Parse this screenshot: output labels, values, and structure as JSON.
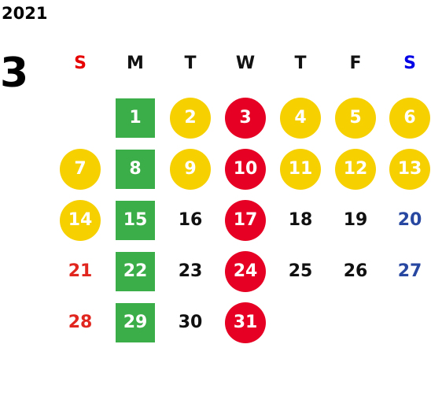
{
  "year": "2021",
  "month": "3",
  "weekdays": [
    {
      "label": "S",
      "color": "#e60000"
    },
    {
      "label": "M",
      "color": "#111111"
    },
    {
      "label": "T",
      "color": "#111111"
    },
    {
      "label": "W",
      "color": "#111111"
    },
    {
      "label": "T",
      "color": "#111111"
    },
    {
      "label": "F",
      "color": "#111111"
    },
    {
      "label": "S",
      "color": "#0000e6"
    }
  ],
  "days": [
    {
      "num": "1",
      "style": "green-square"
    },
    {
      "num": "2",
      "style": "yellow-circle"
    },
    {
      "num": "3",
      "style": "red-circle"
    },
    {
      "num": "4",
      "style": "yellow-circle"
    },
    {
      "num": "5",
      "style": "yellow-circle"
    },
    {
      "num": "6",
      "style": "yellow-circle"
    },
    {
      "num": "7",
      "style": "yellow-circle"
    },
    {
      "num": "8",
      "style": "green-square"
    },
    {
      "num": "9",
      "style": "yellow-circle"
    },
    {
      "num": "10",
      "style": "red-circle"
    },
    {
      "num": "11",
      "style": "yellow-circle"
    },
    {
      "num": "12",
      "style": "yellow-circle"
    },
    {
      "num": "13",
      "style": "yellow-circle"
    },
    {
      "num": "14",
      "style": "yellow-circle"
    },
    {
      "num": "15",
      "style": "green-square"
    },
    {
      "num": "16",
      "style": "plain"
    },
    {
      "num": "17",
      "style": "red-circle"
    },
    {
      "num": "18",
      "style": "plain"
    },
    {
      "num": "19",
      "style": "plain"
    },
    {
      "num": "20",
      "style": "saturday"
    },
    {
      "num": "21",
      "style": "sunday"
    },
    {
      "num": "22",
      "style": "green-square"
    },
    {
      "num": "23",
      "style": "plain"
    },
    {
      "num": "24",
      "style": "red-circle"
    },
    {
      "num": "25",
      "style": "plain"
    },
    {
      "num": "26",
      "style": "plain"
    },
    {
      "num": "27",
      "style": "saturday"
    },
    {
      "num": "28",
      "style": "sunday"
    },
    {
      "num": "29",
      "style": "green-square"
    },
    {
      "num": "30",
      "style": "plain"
    },
    {
      "num": "31",
      "style": "red-circle"
    }
  ],
  "colors": {
    "yellow": "#f7d000",
    "red": "#e60023",
    "green": "#3cae49",
    "sunday_text": "#e0261e",
    "saturday_text": "#2847a0"
  }
}
